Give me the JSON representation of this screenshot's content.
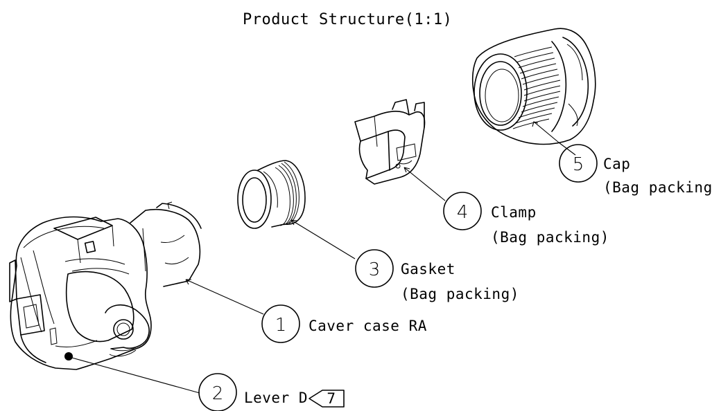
{
  "title": "Product Structure(1:1)",
  "callouts": [
    {
      "number": "1",
      "label": "Caver case RA",
      "note": ""
    },
    {
      "number": "2",
      "label": "Lever D",
      "note": "",
      "flag": "7"
    },
    {
      "number": "3",
      "label": "Gasket",
      "note": "(Bag packing)"
    },
    {
      "number": "4",
      "label": "Clamp",
      "note": "(Bag packing)"
    },
    {
      "number": "5",
      "label": "Cap",
      "note": "(Bag packing)"
    }
  ]
}
